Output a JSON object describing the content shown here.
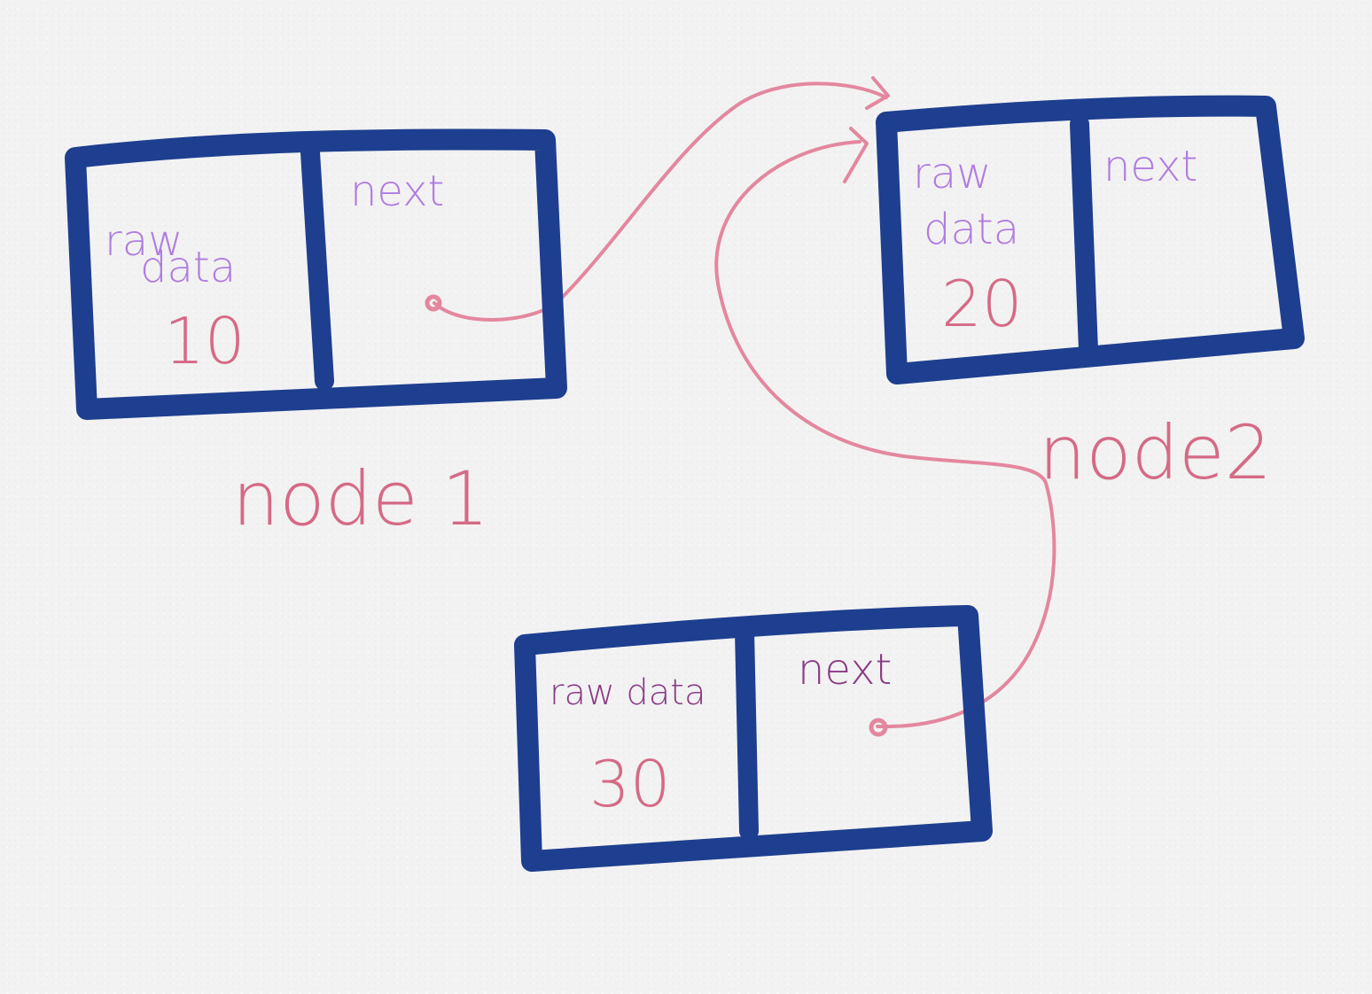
{
  "colors": {
    "box": "#1e3f8f",
    "field_label": "#b07ce0",
    "field_label_dark": "#8a3a86",
    "value": "#d56a86",
    "pointer": "#e3879f",
    "node_label": "#d56a86"
  },
  "nodes": [
    {
      "data_label": [
        "raw",
        "data"
      ],
      "next_label": "next",
      "value": "10",
      "name": "node 1"
    },
    {
      "data_label": [
        "raw",
        "data"
      ],
      "next_label": "next",
      "value": "20",
      "name": "node2"
    },
    {
      "data_label": [
        "raw data"
      ],
      "next_label": "next",
      "value": "30",
      "name": ""
    }
  ]
}
